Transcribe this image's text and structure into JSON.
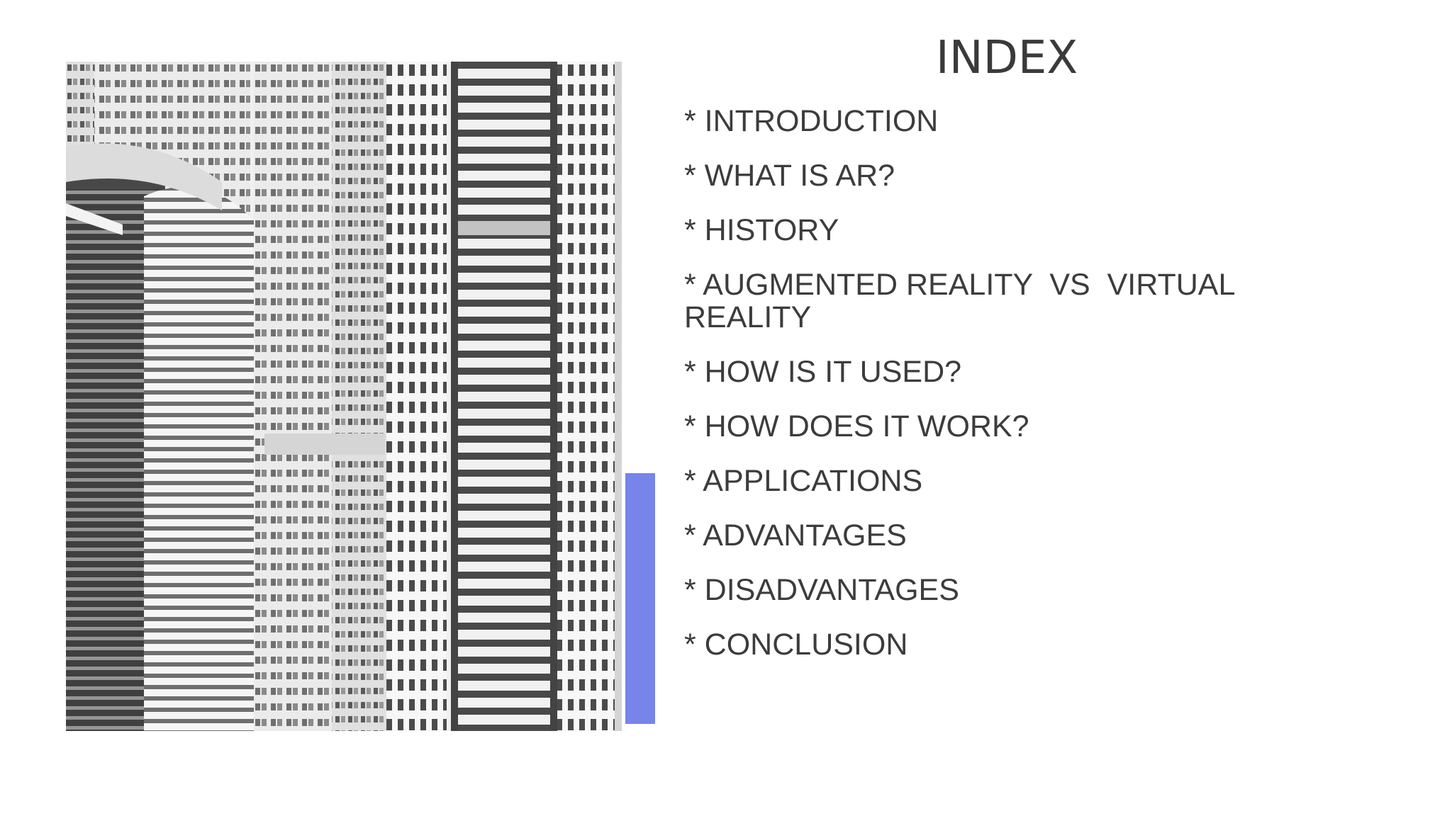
{
  "slide": {
    "title": "INDEX",
    "items": [
      "* INTRODUCTION",
      "* WHAT IS AR?",
      "* HISTORY",
      "* AUGMENTED REALITY  VS  VIRTUAL REALITY",
      "* HOW IS IT USED?",
      "* HOW DOES IT WORK?",
      "* APPLICATIONS",
      "* ADVANTAGES",
      "* DISADVANTAGES",
      "* CONCLUSION"
    ]
  },
  "colors": {
    "accent": "#7784ea",
    "text": "#3c3c3c",
    "background": "#ffffff"
  }
}
